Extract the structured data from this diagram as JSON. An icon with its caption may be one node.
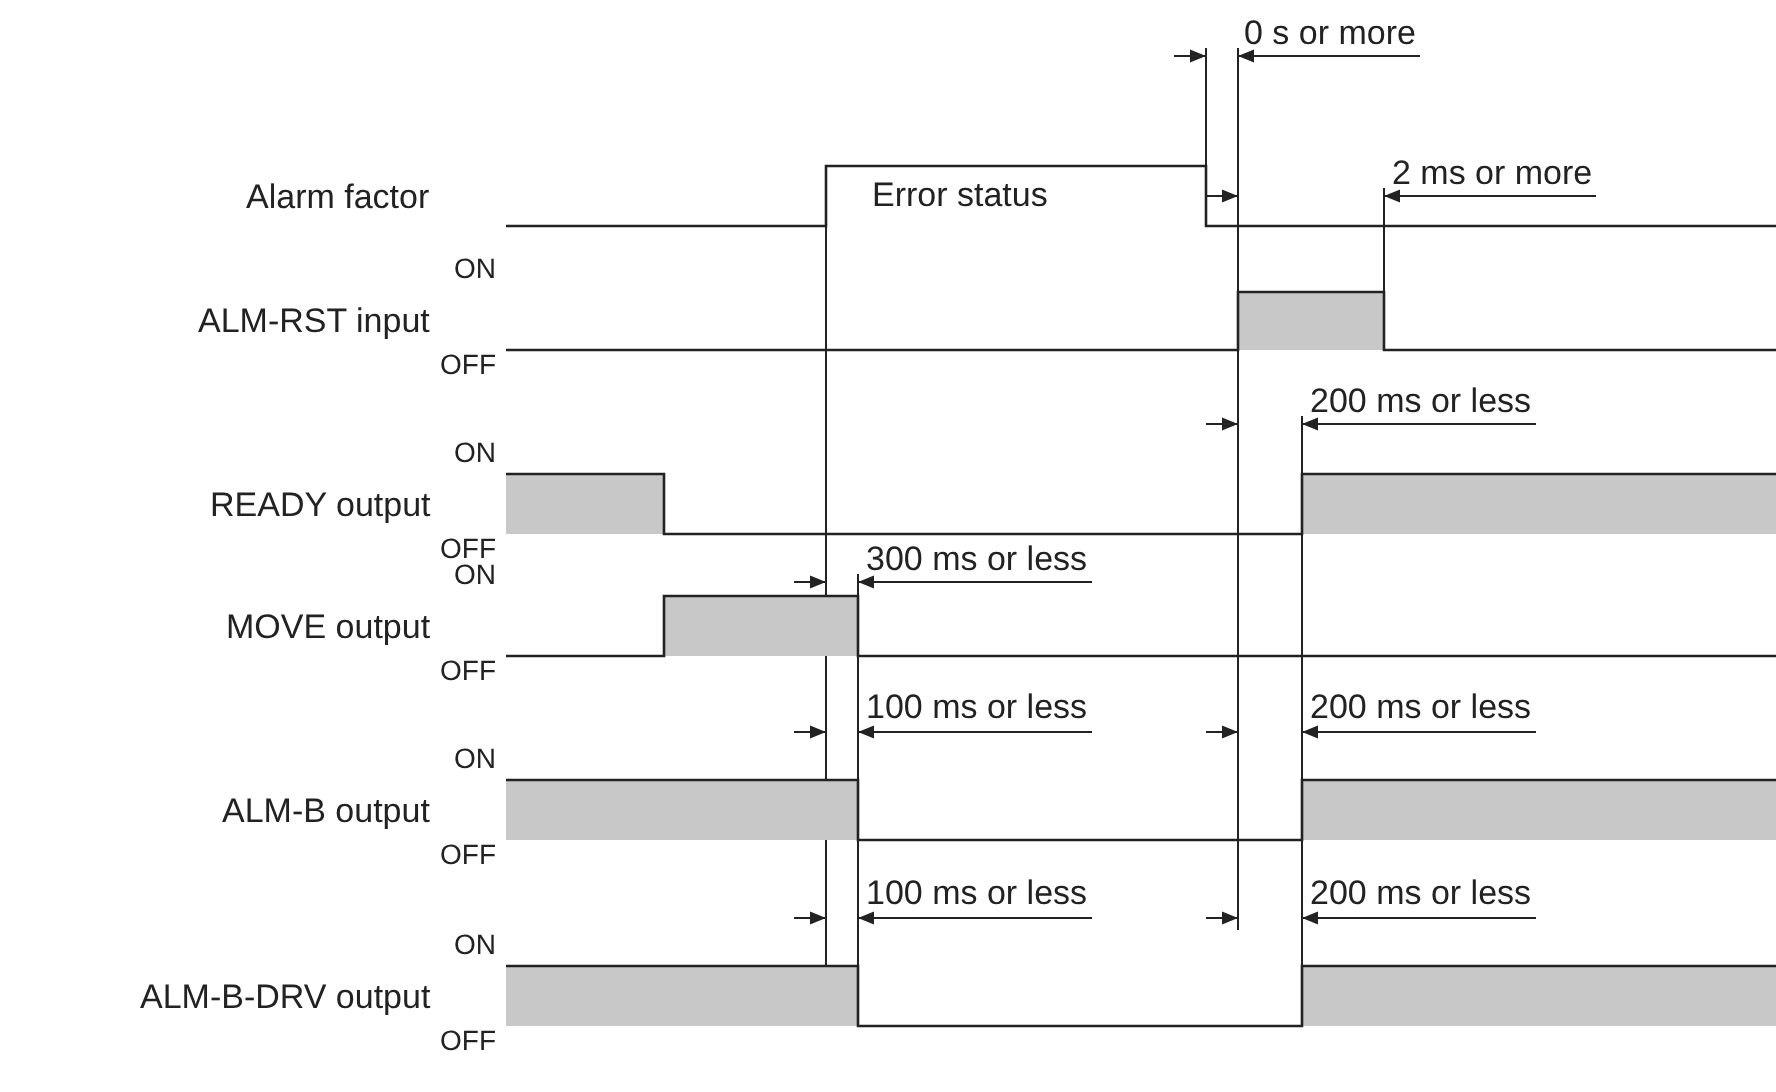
{
  "diagram": {
    "labels": [
      "0 s or more",
      "Alarm factor",
      "Error status",
      "2 ms or more",
      "ON",
      "ALM-RST input",
      "OFF",
      "200 ms or less",
      "ON",
      "READY output",
      "OFF",
      "300 ms or less",
      "ON",
      "MOVE output",
      "OFF",
      "100 ms or less",
      "200 ms or less",
      "ON",
      "ALM-B output",
      "OFF",
      "100 ms or less",
      "200 ms or less",
      "ON",
      "ALM-B-DRV output",
      "OFF"
    ]
  }
}
